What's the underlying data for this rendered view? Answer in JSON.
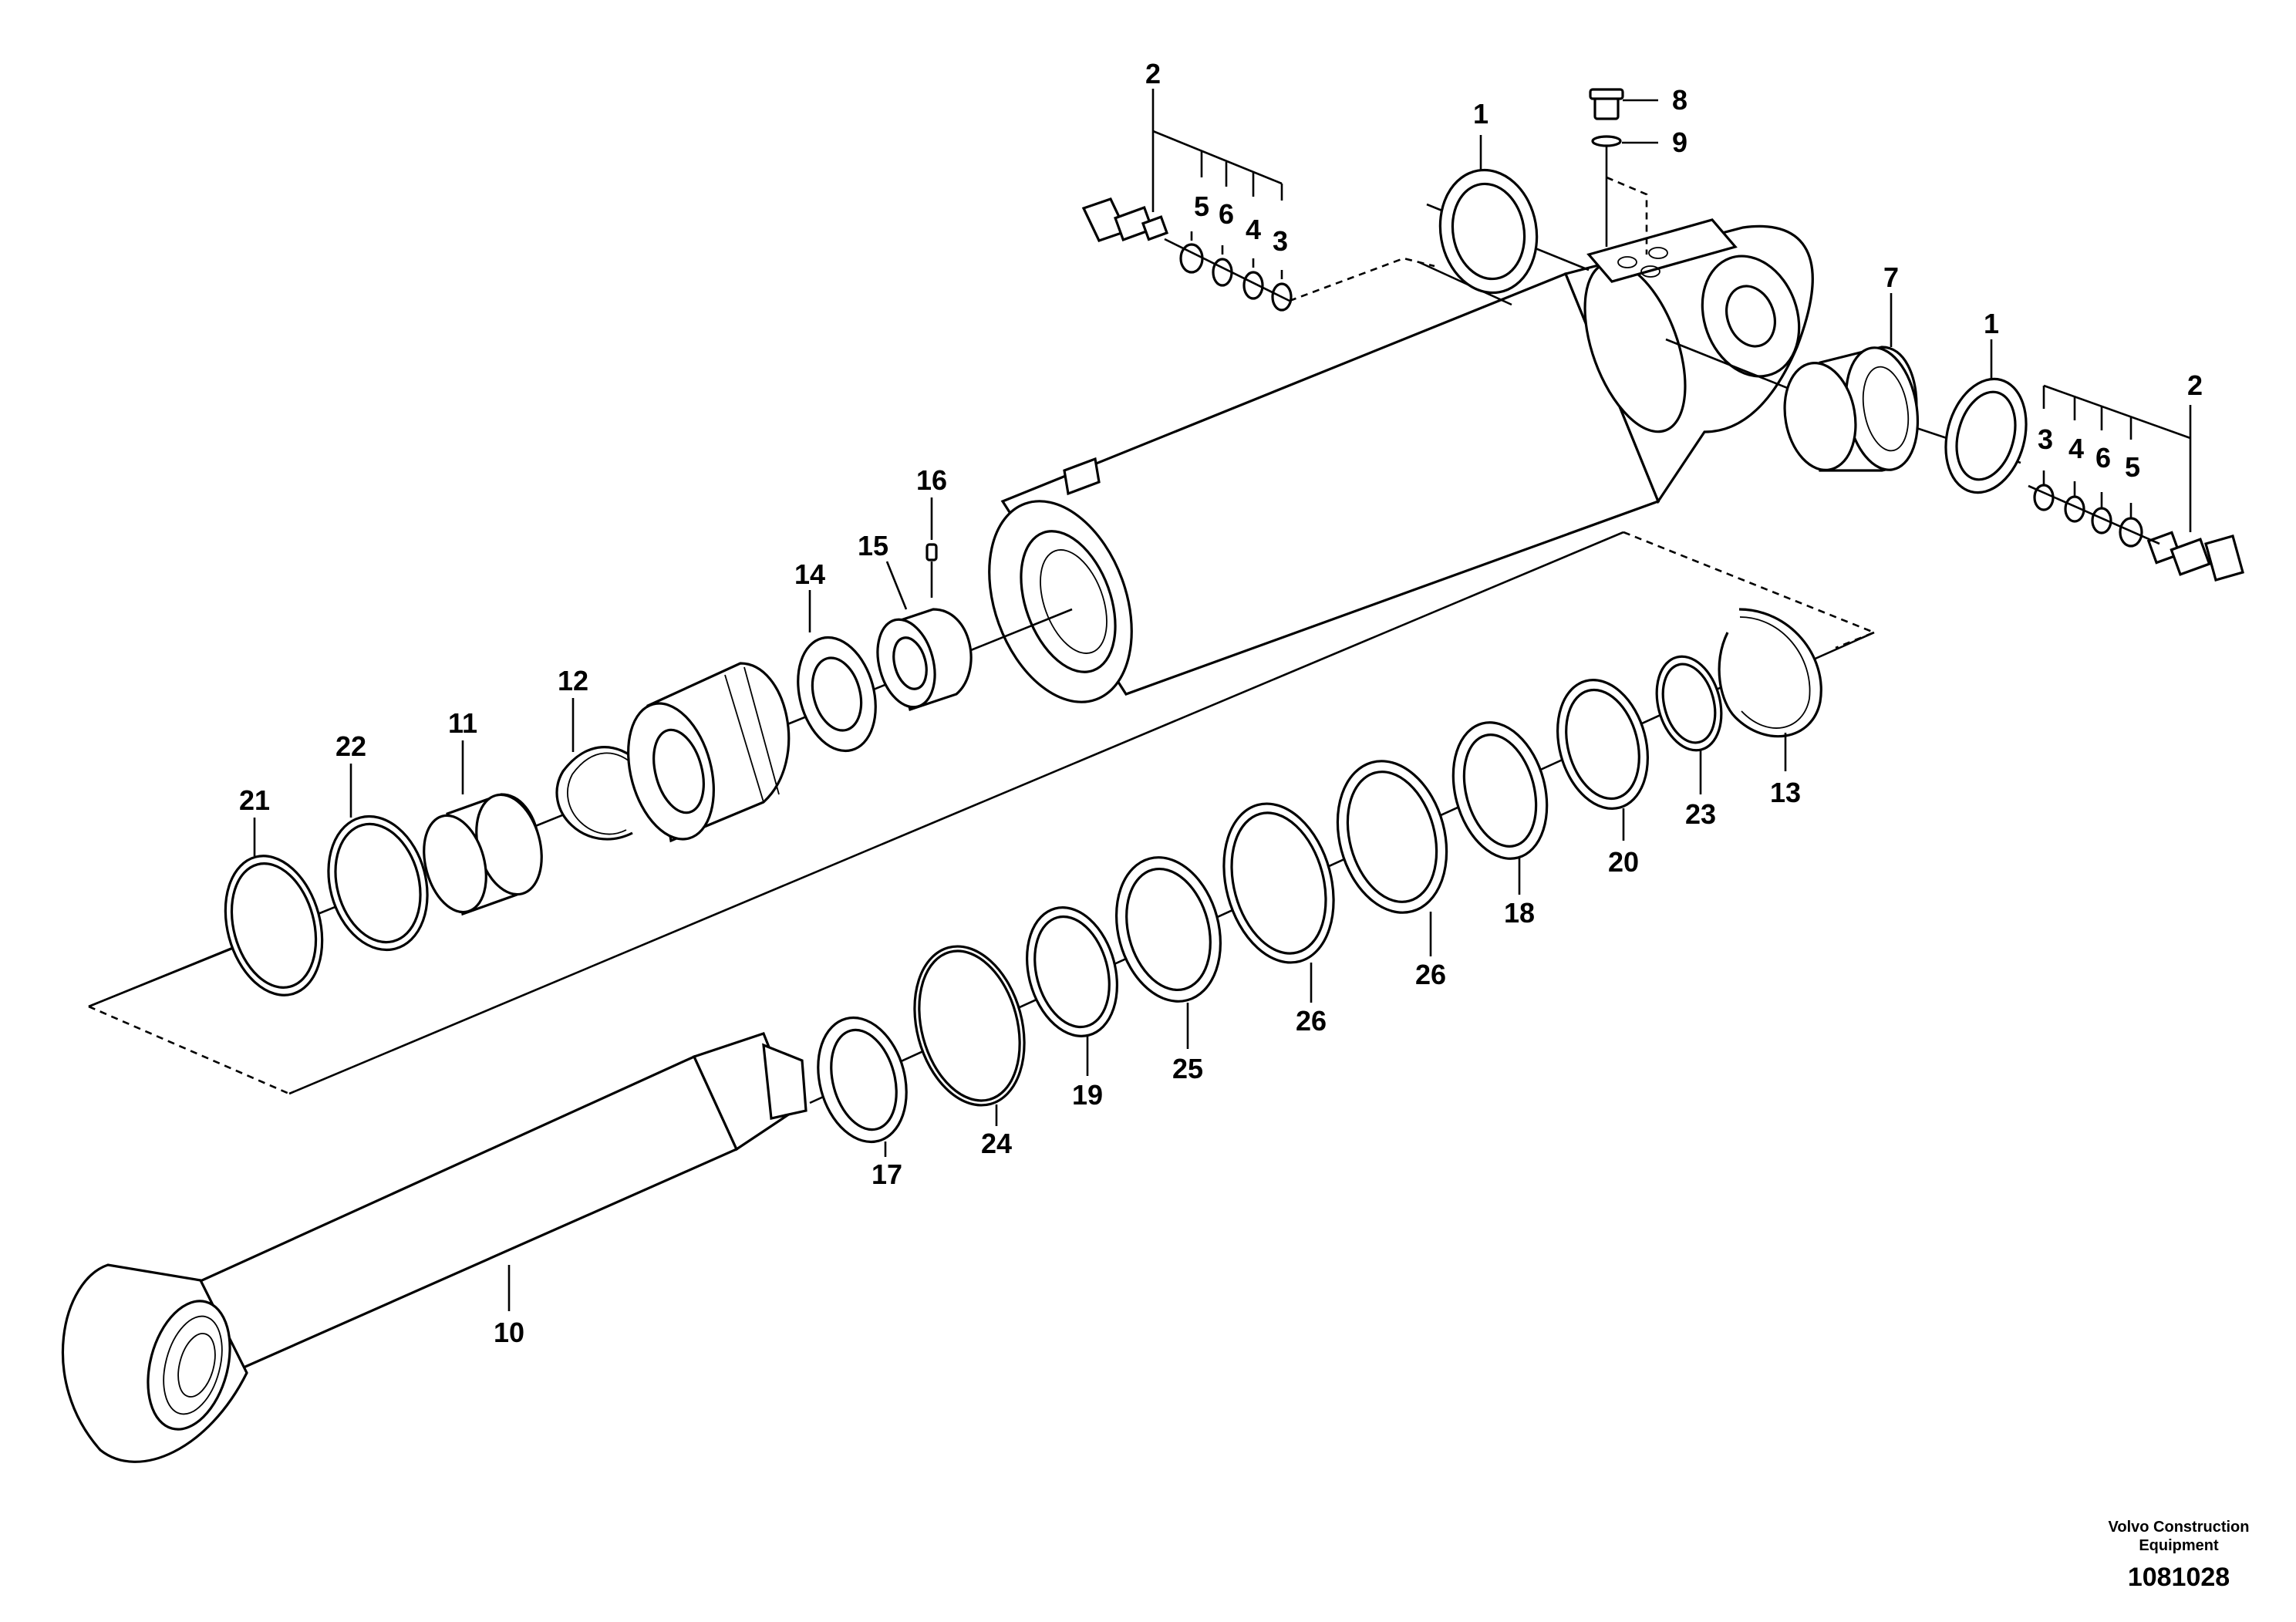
{
  "labels": {
    "p1a": "1",
    "p1b": "1",
    "p2a": "2",
    "p2b": "2",
    "p3a": "3",
    "p3b": "3",
    "p4a": "4",
    "p4b": "4",
    "p5a": "5",
    "p5b": "5",
    "p6a": "6",
    "p6b": "6",
    "p7": "7",
    "p8": "8",
    "p9": "9",
    "p10": "10",
    "p11": "11",
    "p12": "12",
    "p13": "13",
    "p14": "14",
    "p15": "15",
    "p16": "16",
    "p17": "17",
    "p18": "18",
    "p19": "19",
    "p20": "20",
    "p21": "21",
    "p22": "22",
    "p23": "23",
    "p24": "24",
    "p25": "25",
    "p26a": "26",
    "p26b": "26"
  },
  "footer": {
    "brand_line1": "Volvo Construction",
    "brand_line2": "Equipment",
    "doc_number": "1081028"
  }
}
